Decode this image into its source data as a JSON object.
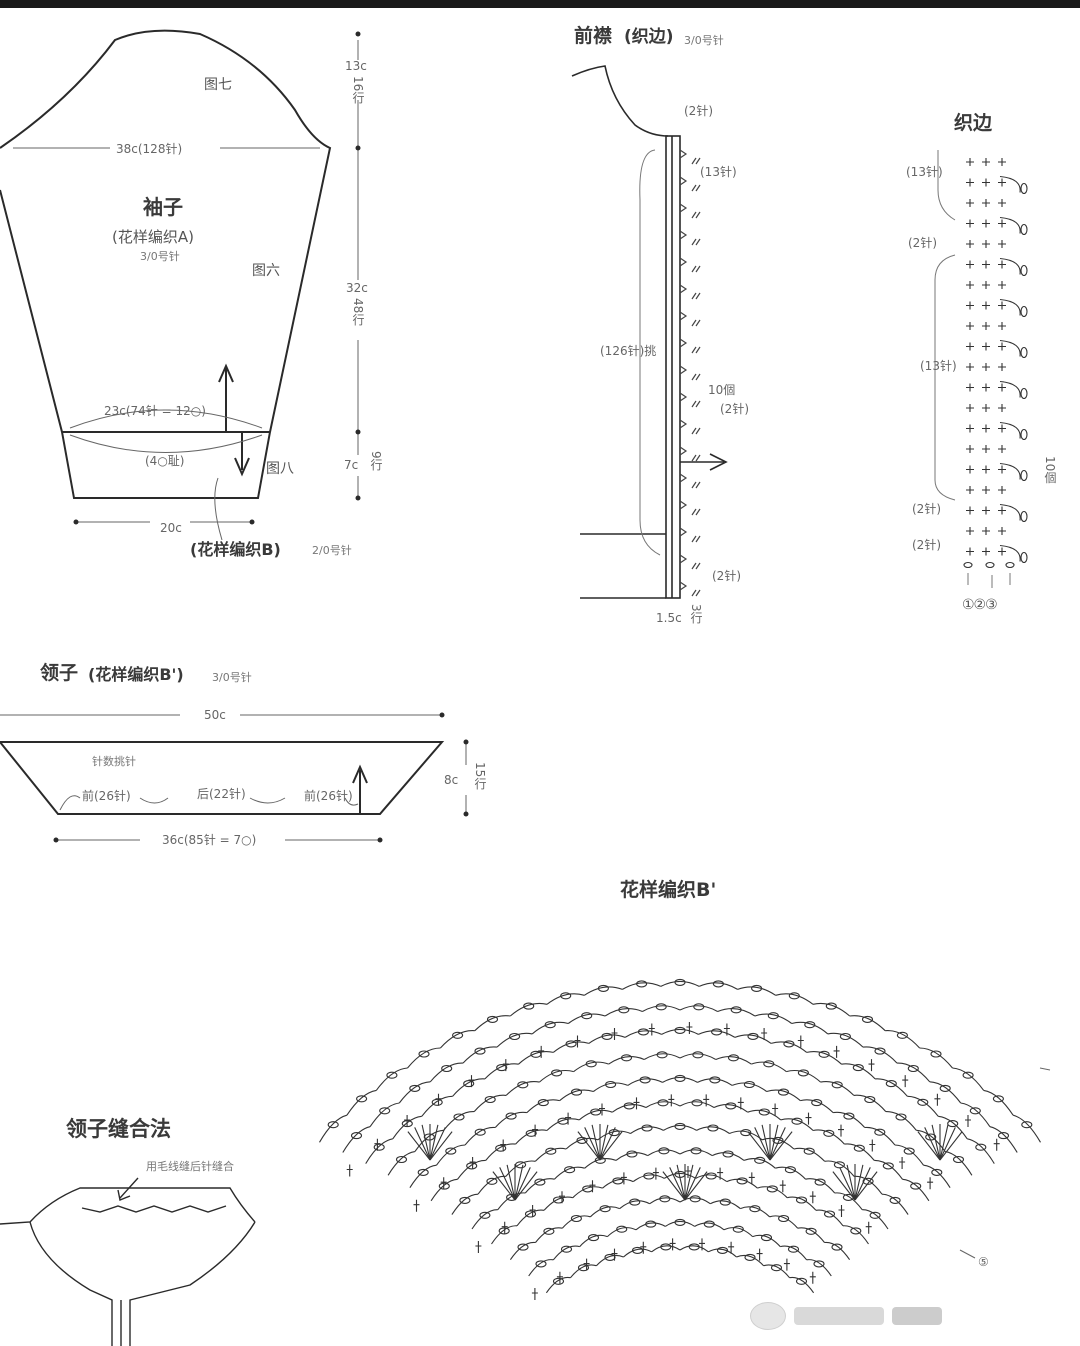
{
  "sleeve": {
    "title": "袖子",
    "pattern": "(花样编织A)",
    "needle": "3/0号针",
    "fig7": "图七",
    "fig6": "图六",
    "fig8": "图八",
    "width_top": "38c(128针)",
    "width_mid": "23c(74针 = 12○)",
    "cuff_count": "(4○耻)",
    "width_bottom": "20c",
    "cuff_pattern": "(花样编织B)",
    "cuff_needle": "2/0号针",
    "h1": "13c",
    "h1r": "16行",
    "h2": "32c",
    "h2r": "48行",
    "h3": "7c",
    "h3r": "9行"
  },
  "placket": {
    "title": "前襟",
    "subtitle": "(织边)",
    "needle": "3/0号针",
    "st_top": "(2针)",
    "st_13": "(13针)",
    "st_total": "(126针)挑",
    "holes": "10個",
    "st_2b": "(2针)",
    "st_bottom": "(2针)",
    "width": "1.5c",
    "rows": "3行"
  },
  "edge": {
    "title": "织边",
    "a": "(13针)",
    "b": "(2针)",
    "c": "(13针)",
    "d": "(2针)",
    "e": "(2针)",
    "holes": "10個",
    "rows_label": "①②③"
  },
  "collar": {
    "title": "领子",
    "pattern": "(花样编织B')",
    "needle": "3/0号针",
    "width_top": "50c",
    "note": "针数挑针",
    "front_left": "前(26针)",
    "back": "后(22针)",
    "front_right": "前(26针)",
    "height": "8c",
    "rows": "15行",
    "width_bottom": "36c(85针 = 7○)"
  },
  "seam": {
    "title": "领子缝合法",
    "note": "用毛线缝后针缝合"
  },
  "chart_b": {
    "title": "花样编织B'",
    "row_mark": "⑤"
  }
}
